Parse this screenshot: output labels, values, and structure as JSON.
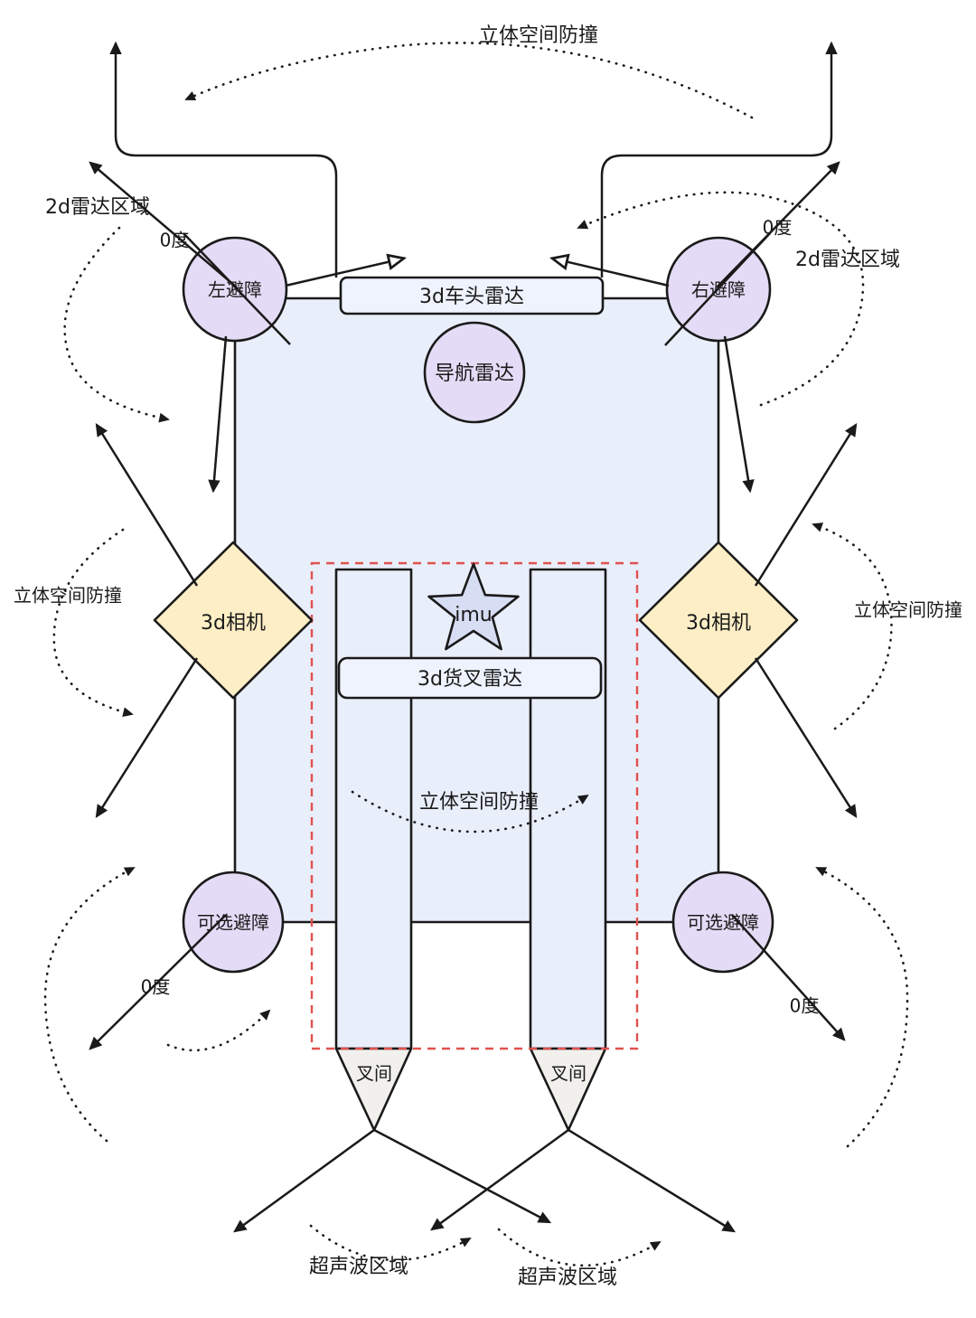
{
  "diagram": {
    "nodes": {
      "left_avoid": "左避障",
      "right_avoid": "右避障",
      "front_radar": "3d车头雷达",
      "nav_radar": "导航雷达",
      "camera_left": "3d相机",
      "camera_right": "3d相机",
      "imu": "imu",
      "fork_radar": "3d货叉雷达",
      "optional_avoid_left": "可选避障",
      "optional_avoid_right": "可选避障",
      "fork_gap_left": "叉间",
      "fork_gap_right": "叉间"
    },
    "labels": {
      "collision_top": "立体空间防撞",
      "collision_left": "立体空间防撞",
      "collision_right": "立体空间防撞",
      "collision_center": "立体空间防撞",
      "radar2d_left": "2d雷达区域",
      "radar2d_right": "2d雷达区域",
      "deg0_top_left": "0度",
      "deg0_top_right": "0度",
      "deg0_bottom_left": "0度",
      "deg0_bottom_right": "0度",
      "ultrasonic_left": "超声波区域",
      "ultrasonic_right": "超声波区域"
    },
    "colors": {
      "background": "#ffffff",
      "body_fill": "#e9eefb",
      "panel_fill": "#eef3fd",
      "circle_fill": "#e4dcf6",
      "diamond_fill": "#fdeec5",
      "star_fill": "#d7ddf3",
      "fork_fill": "#e9eefb",
      "fork_tip_fill": "#f1f0ec",
      "line": "#1a1a1a",
      "dashed_box": "#e0524f"
    }
  }
}
